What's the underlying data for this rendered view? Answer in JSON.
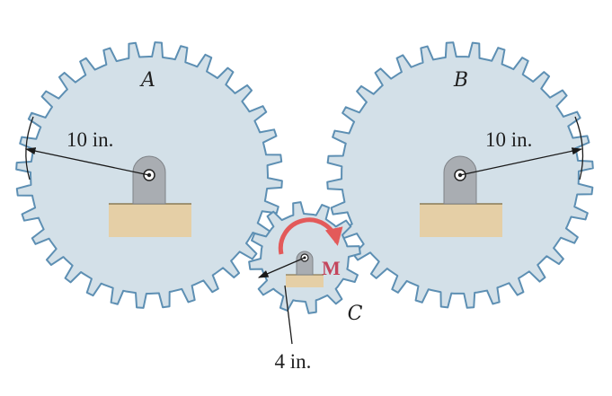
{
  "gears": [
    {
      "label": "A",
      "radius_label": "10 in."
    },
    {
      "label": "B",
      "radius_label": "10 in."
    },
    {
      "label": "C",
      "radius_label": "4 in."
    }
  ],
  "moment": {
    "label": "M"
  },
  "colors": {
    "gear_fill": "#d3e0e8",
    "gear_outline": "#5d8fb3",
    "bracket_fill": "#a9adb2",
    "base_fill": "#e5cfa6",
    "moment_arrow": "#e35a5a",
    "moment_text": "#c4455c"
  },
  "icons": {
    "pin": "pin-icon",
    "bracket": "bearing-bracket-icon",
    "moment": "curved-arrow-icon"
  }
}
